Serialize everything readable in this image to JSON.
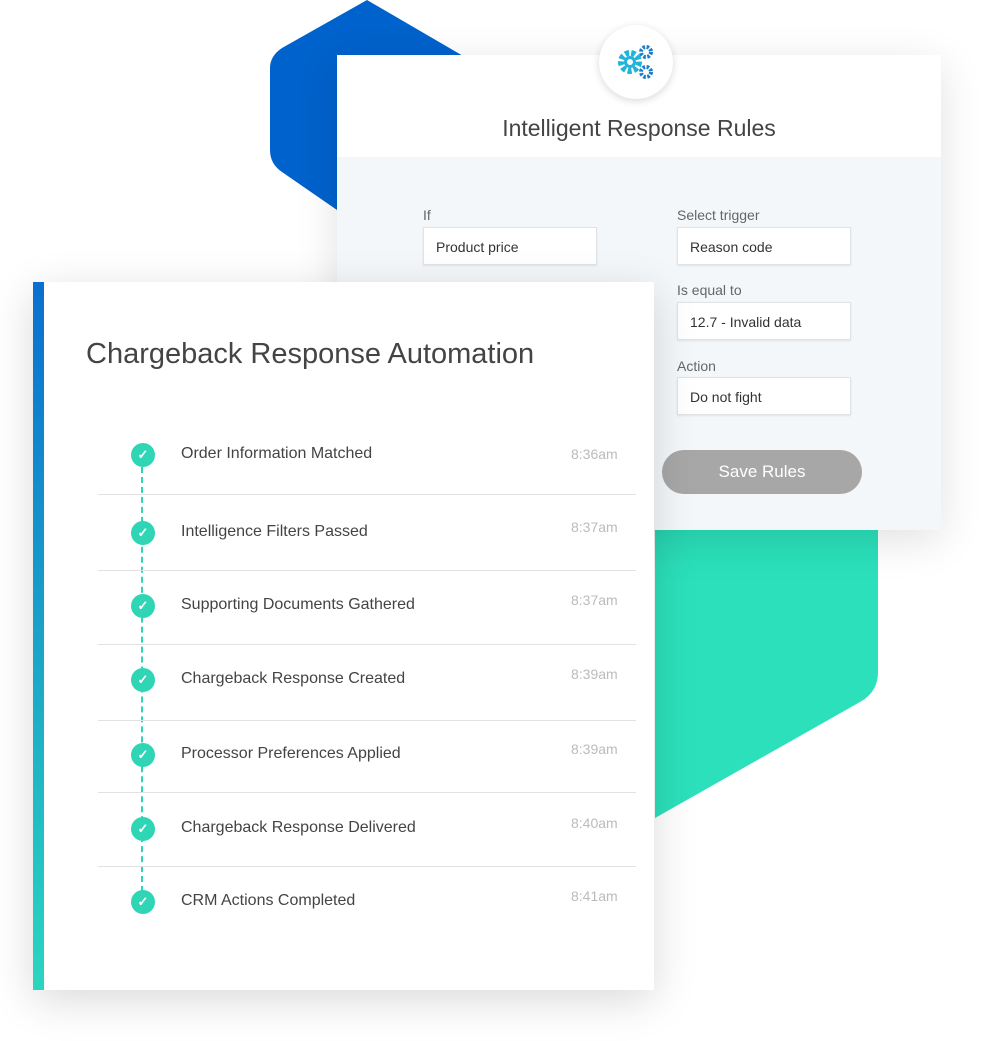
{
  "rules_panel": {
    "title": "Intelligent Response Rules",
    "icon": "gears-icon",
    "if_label": "If",
    "if_value": "Product price",
    "trigger_label": "Select trigger",
    "trigger_value": "Reason code",
    "equal_label": "Is equal to",
    "equal_value": "12.7 - Invalid data",
    "action_label": "Action",
    "action_value": "Do not fight",
    "save_label": "Save Rules"
  },
  "automation_panel": {
    "title": "Chargeback Response Automation",
    "steps": [
      {
        "label": "Order Information Matched",
        "time": "8:36am"
      },
      {
        "label": "Intelligence Filters Passed",
        "time": "8:37am"
      },
      {
        "label": "Supporting Documents Gathered",
        "time": "8:37am"
      },
      {
        "label": "Chargeback Response Created",
        "time": "8:39am"
      },
      {
        "label": "Processor Preferences Applied",
        "time": "8:39am"
      },
      {
        "label": "Chargeback Response Delivered",
        "time": "8:40am"
      },
      {
        "label": "CRM Actions Completed",
        "time": "8:41am"
      }
    ]
  },
  "colors": {
    "blue": "#0062cc",
    "teal": "#2be0bb",
    "check": "#2fd5b5",
    "button": "#a7a7a7"
  }
}
